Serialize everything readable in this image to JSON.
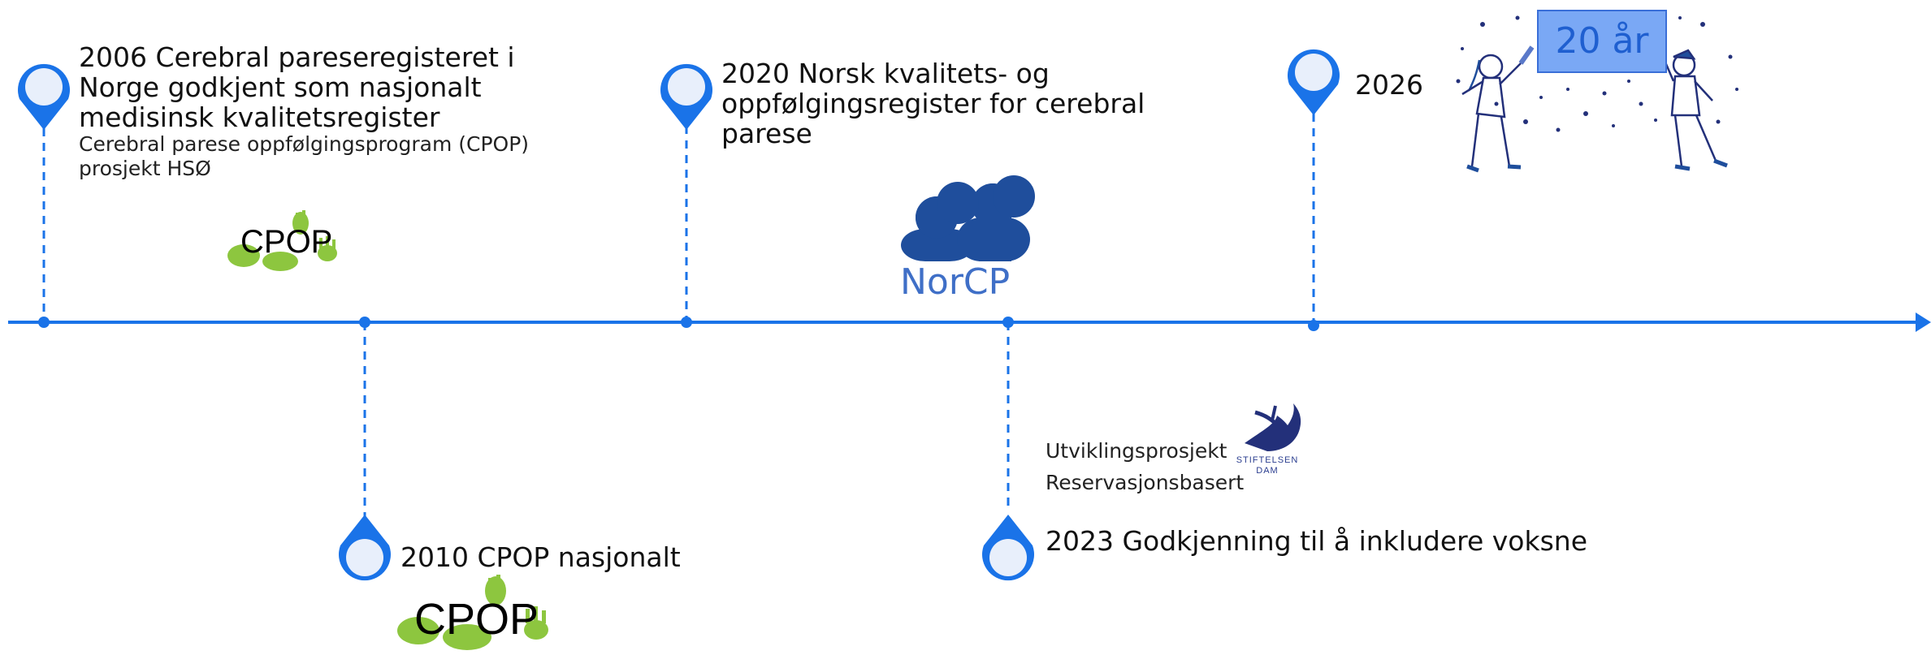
{
  "timeline": {
    "events": [
      {
        "id": "2006",
        "title": "2006 Cerebral pareseregisteret i Norge godkjent som nasjonalt medisinsk kvalitetsregister",
        "subtitle": "Cerebral parese oppfølgingsprogram (CPOP) prosjekt  HSØ"
      },
      {
        "id": "2010",
        "title": "2010 CPOP nasjonalt"
      },
      {
        "id": "2020",
        "title": "2020 Norsk kvalitets- og oppfølgingsregister for cerebral parese"
      },
      {
        "id": "2023",
        "title": "2023 Godkjenning til å inkludere voksne",
        "notes": [
          "Utviklingsprosjekt",
          "Reservasjonsbasert"
        ]
      },
      {
        "id": "2026",
        "title": "2026"
      }
    ]
  },
  "logos": {
    "cpop": "CPOP",
    "norcp": "NorCP",
    "dam_line1": "STIFTELSEN",
    "dam_line2": "DAM"
  },
  "badge": {
    "label": "20 år"
  },
  "colors": {
    "accent": "#1a73e8",
    "pin_fill": "#e8effb",
    "cpop_green": "#8dc63f",
    "norcp_blue": "#1f4e9c",
    "badge_bg": "#7aa8f5"
  },
  "icons": [
    "location-pin-icon",
    "people-icon",
    "bird-icon",
    "celebration-illustration"
  ]
}
